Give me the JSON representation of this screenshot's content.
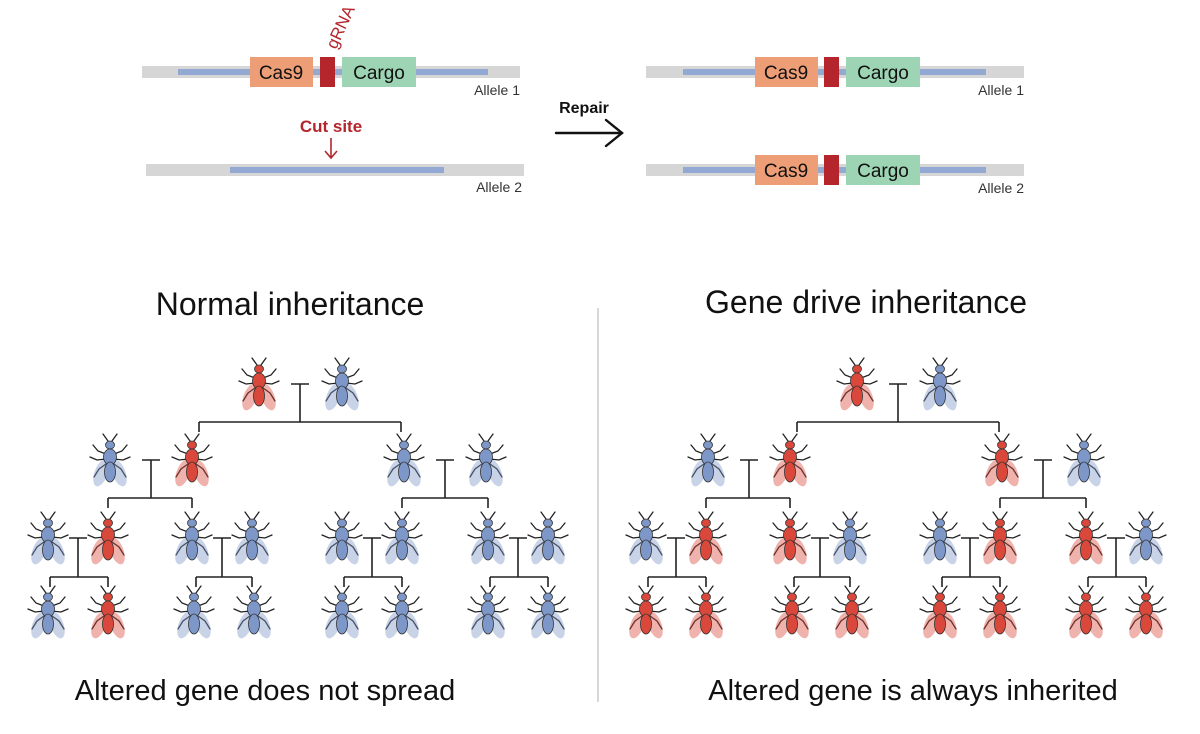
{
  "colors": {
    "cas9": "#ee9e77",
    "cargo": "#9dd5b4",
    "grna": "#b4262c",
    "allele_blue": "#94a8d4",
    "allele_gray": "#d6d6d6",
    "wild_fly": "#7d97c9",
    "drive_fly": "#d9483a",
    "accent_red": "#b4262c",
    "divider": "#bdbdbd"
  },
  "mechanism": {
    "before": {
      "allele1": {
        "cas9": "Cas9",
        "grna": "gRNA",
        "cargo": "Cargo",
        "label": "Allele 1"
      },
      "allele2": {
        "cut_site": "Cut site",
        "label": "Allele 2"
      }
    },
    "repair_label": "Repair",
    "after": {
      "allele1": {
        "cas9": "Cas9",
        "cargo": "Cargo",
        "label": "Allele 1"
      },
      "allele2": {
        "cas9": "Cas9",
        "cargo": "Cargo",
        "label": "Allele 2"
      }
    }
  },
  "normal": {
    "title": "Normal inheritance",
    "caption": "Altered gene does not spread",
    "parents": [
      "red",
      "blue"
    ],
    "gen1": [
      "blue",
      "red",
      "blue",
      "blue"
    ],
    "gen2": [
      "blue",
      "red",
      "blue",
      "blue",
      "blue",
      "blue",
      "blue",
      "blue"
    ],
    "gen3": [
      "blue",
      "red",
      "blue",
      "blue",
      "blue",
      "blue",
      "blue",
      "blue"
    ]
  },
  "drive": {
    "title": "Gene drive inheritance",
    "caption": "Altered gene is always inherited",
    "parents": [
      "red",
      "blue"
    ],
    "gen1": [
      "blue",
      "red",
      "red",
      "blue"
    ],
    "gen2": [
      "blue",
      "red",
      "red",
      "blue",
      "blue",
      "red",
      "red",
      "blue"
    ],
    "gen3": [
      "red",
      "red",
      "red",
      "red",
      "red",
      "red",
      "red",
      "red"
    ]
  }
}
